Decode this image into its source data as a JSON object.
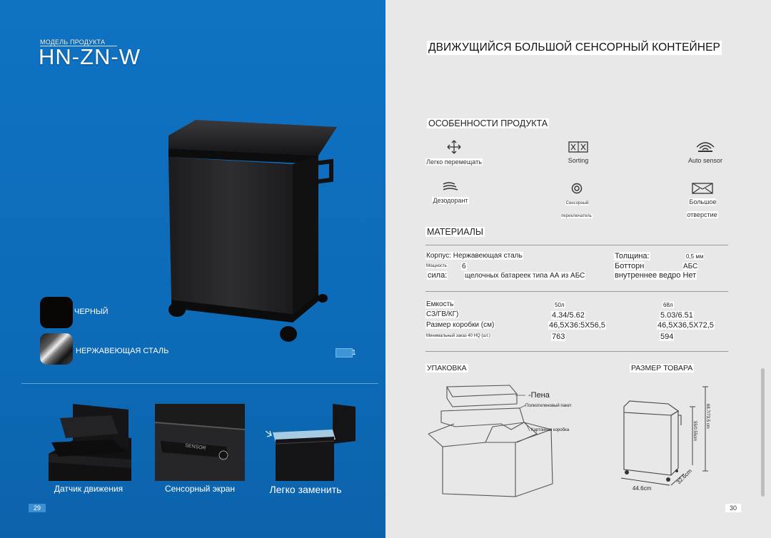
{
  "left": {
    "model_label": "МОДЕЛЬ ПРОДУКТА",
    "model_name": "HN-ZN-W",
    "colors": [
      {
        "label": "ЧЕРНЫЙ",
        "hex": "#0b0606"
      },
      {
        "label": "НЕРЖАВЕЮЩАЯ СТАЛЬ",
        "hex": "#8a8a8a"
      }
    ],
    "mini_num": "1",
    "captions": [
      "Датчик движения",
      "Сенсорный экран",
      "Легко заменить"
    ],
    "sensor_text": "SENSOR",
    "page": "29",
    "bg_color": "#0f72c3"
  },
  "right": {
    "title": "ДВИЖУЩИЙСЯ БОЛЬШОЙ СЕНСОРНЫЙ КОНТЕЙНЕР",
    "features_title": "ОСОБЕННОСТИ ПРОДУКТА",
    "features": [
      {
        "label": "Легко перемещать",
        "icon": "move-arrows-icon"
      },
      {
        "label": "Sorting",
        "icon": "sorting-icon"
      },
      {
        "label": "Auto sensor",
        "icon": "sensor-waves-icon"
      },
      {
        "label": "Дезодорант",
        "icon": "deodorant-icon"
      },
      {
        "label": "Сенсорный переключатель",
        "icon": "touch-switch-icon"
      },
      {
        "label": "Большое отверстие",
        "icon": "big-opening-icon"
      }
    ],
    "materials_title": "МАТЕРИАЛЫ",
    "materials": {
      "body": "Корпус: Нержавеющая сталь",
      "power_small": "Мощность",
      "power_num": "6",
      "power_label": "сила:",
      "power_value": "щелочных батареек типа АА из АБС",
      "thickness_label": "Толщина:",
      "thickness_value": "0,5 мм",
      "bottom_label": "Ботторн",
      "bottom_value": "АБС",
      "inner_bucket": "внутреннее ведро Нет"
    },
    "specs": {
      "capacity_label": "Емкость",
      "cap_50": "50л",
      "cap_68": "68л",
      "weight_label": "СЗ/ГВ/КГ)",
      "weight_50": "4.34/5.62",
      "weight_68": "5.03/6.51",
      "box_label": "Размер коробки (см)",
      "box_50": "46,5X36:5X56,5",
      "box_68": "46,5X36,5X72,5",
      "moq_label": "Минимальный заказ 40 HQ (шт.)",
      "moq_50": "763",
      "moq_68": "594"
    },
    "packaging_title": "УПАКОВКА",
    "size_title": "РАЗМЕР ТОВАРА",
    "pack_labels": {
      "foam": "-Пена",
      "bag": "Полиэтиленовый пакет",
      "carton": "Картонная коробка"
    },
    "dims": {
      "width": "44.6cm",
      "depth": "32.6cm",
      "height_a": "68.7/73.5 cm",
      "height_b": "55/0.55cm"
    },
    "page": "30"
  }
}
